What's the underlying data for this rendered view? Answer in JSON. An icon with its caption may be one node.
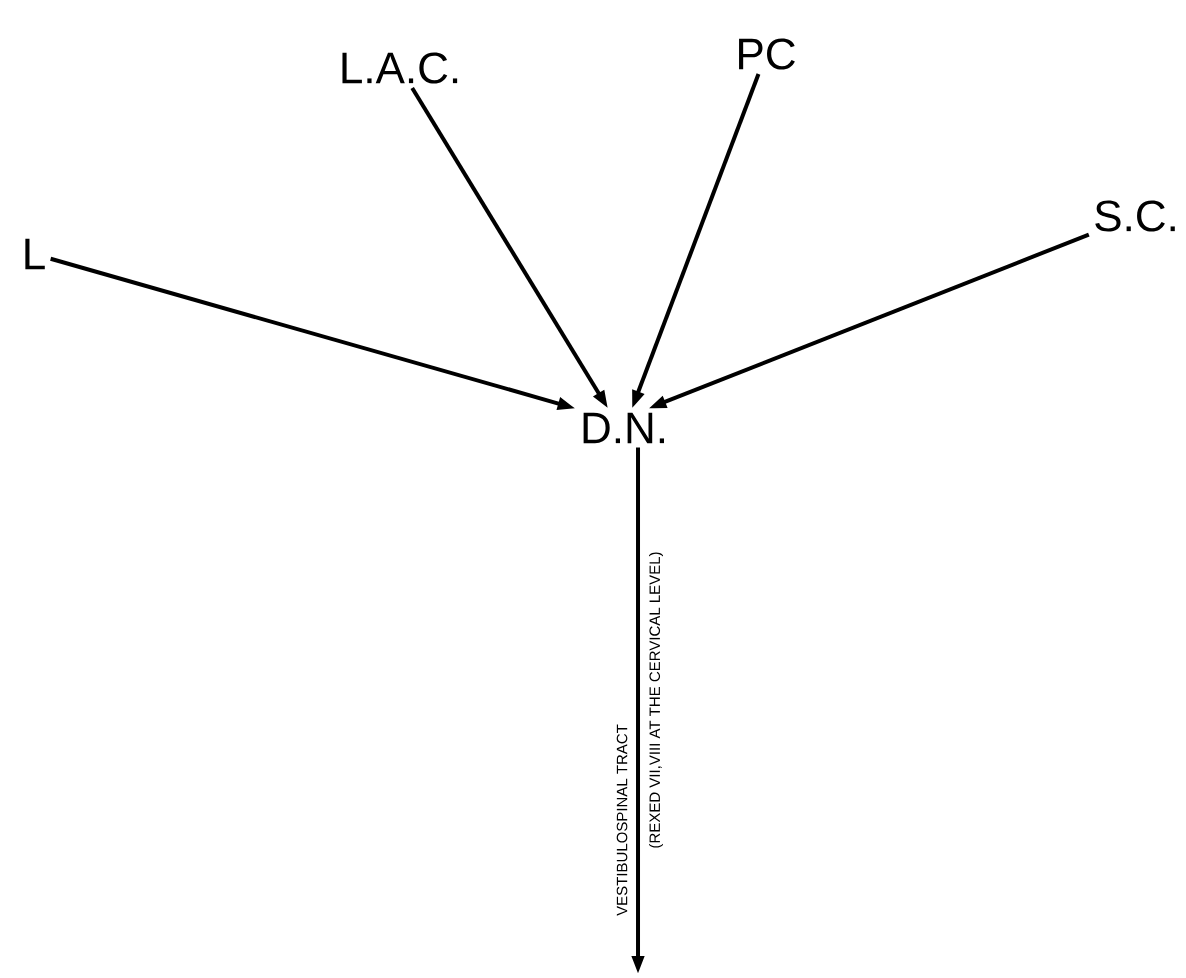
{
  "diagram": {
    "nodes": [
      {
        "text": [
          "L"
        ]
      },
      {
        "text": [
          "L.A.C."
        ]
      },
      {
        "text": [
          "PC"
        ]
      },
      {
        "text": [
          "S.C."
        ]
      },
      {
        "text": [
          "D.N."
        ]
      }
    ],
    "edges": [
      {
        "from": 0,
        "to": 4,
        "arrow": "to"
      },
      {
        "from": 1,
        "to": 4,
        "arrow": "to"
      },
      {
        "from": 2,
        "to": 4,
        "arrow": "to"
      },
      {
        "from": 3,
        "to": 4,
        "arrow": "to"
      },
      {
        "from": 4,
        "to": null,
        "arrow": "to",
        "label": "VESTIBULOSPINAL TRACT"
      }
    ],
    "labels": [
      "(REXED VII,VIII AT THE CERVICAL LEVEL)"
    ]
  }
}
